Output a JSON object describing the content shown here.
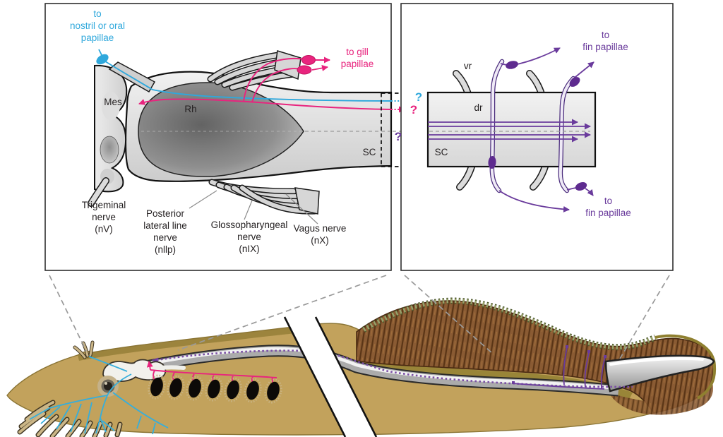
{
  "figure": {
    "panels": {
      "brain": {
        "to_nostril_label": "to\nnostril or oral\npapillae",
        "to_gill_label": "to gill\npapillae",
        "mesencephalon_abbr": "Mes",
        "rhombencephalon_abbr": "Rh",
        "spinal_cord_abbr": "SC",
        "trigeminal_label": "Trigeminal\nnerve\n(nV)",
        "posterior_lateral_line_label": "Posterior\nlateral line\nnerve\n(nllp)",
        "glossopharyngeal_label": "Glossopharyngeal\nnerve\n(nIX)",
        "vagus_label": "Vagus nerve\n(nX)",
        "cyan_question": "?",
        "pink_question": "?"
      },
      "spinal_cord": {
        "ventral_root_abbr": "vr",
        "dorsal_root_abbr": "dr",
        "spinal_cord_abbr": "SC",
        "to_fin_top_label": "to\nfin papillae",
        "to_fin_bottom_label": "to\nfin papillae",
        "purple_question": "?"
      }
    },
    "colors": {
      "cyan": "#2FA8DC",
      "pink": "#E8247E",
      "purple": "#6A3B9C",
      "ink": "#231F20"
    }
  }
}
